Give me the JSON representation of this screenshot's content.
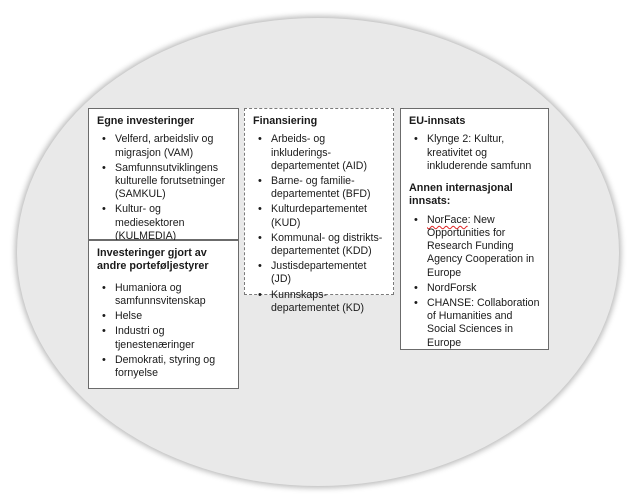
{
  "egne": {
    "title": "Egne investeringer",
    "items": [
      "Velferd, arbeidsliv og migrasjon (VAM)",
      "Samfunnsutviklingens kulturelle forutsetninger (SAMKUL)",
      "Kultur- og mediesektoren (KULMEDIA)"
    ]
  },
  "andre": {
    "title": "Investeringer gjort av andre porteføljestyrer",
    "items": [
      "Humaniora og samfunnsvitenskap",
      "Helse",
      "Industri og tjenestenæringer",
      "Demokrati, styring og fornyelse"
    ]
  },
  "finansiering": {
    "title": "Finansiering",
    "items": [
      "Arbeids- og inkluderings-departementet (AID)",
      "Barne- og familie-departementet (BFD)",
      "Kulturdepartementet (KUD)",
      "Kommunal- og distrikts-departementet (KDD)",
      "Justisdepartementet (JD)",
      "Kunnskaps-departementet (KD)"
    ]
  },
  "eu": {
    "title": "EU-innsats",
    "items": [
      "Klynge 2: Kultur, kreativitet og inkluderende samfunn"
    ],
    "intl_title": "Annen internasjonal innsats:",
    "intl_items": [
      {
        "lead": "NorFace",
        "rest": ": New Opportunities for Research Funding Agency Cooperation in Europe"
      },
      {
        "lead": "",
        "rest": "NordForsk"
      },
      {
        "lead": "",
        "rest": "CHANSE: Collaboration of Humanities and Social Sciences in Europe"
      }
    ]
  }
}
